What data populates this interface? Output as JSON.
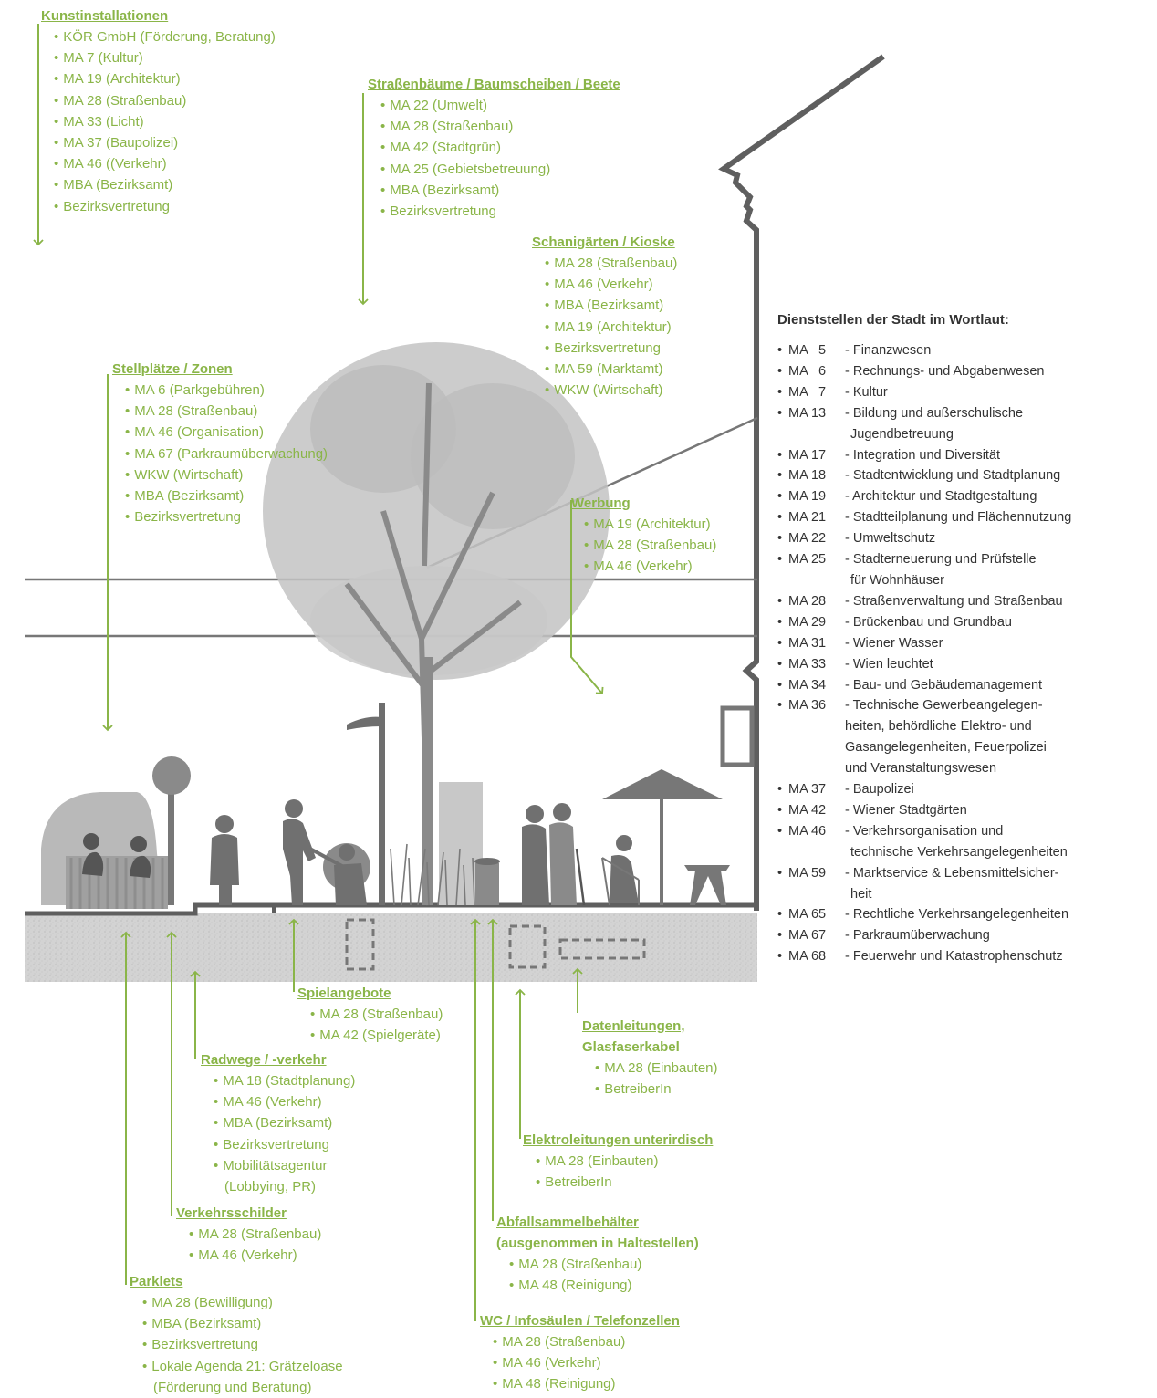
{
  "groups": [
    {
      "id": "kunst",
      "title": "Kunstinstallationen",
      "items": [
        "KÖR GmbH (Förderung, Beratung)",
        "MA 7 (Kultur)",
        "MA 19 (Architektur)",
        "MA 28 (Straßenbau)",
        "MA 33 (Licht)",
        "MA 37 (Baupolizei)",
        "MA 46 ((Verkehr)",
        "MBA (Bezirksamt)",
        "Bezirksvertretung"
      ]
    },
    {
      "id": "baeume",
      "title": "Straßenbäume / Baumscheiben / Beete",
      "items": [
        "MA 22 (Umwelt)",
        "MA 28 (Straßenbau)",
        "MA 42 (Stadtgrün)",
        "MA 25 (Gebietsbetreuung)",
        "MBA (Bezirksamt)",
        "Bezirksvertretung"
      ]
    },
    {
      "id": "schani",
      "title": "Schanigärten / Kioske",
      "items": [
        "MA 28 (Straßenbau)",
        "MA 46 (Verkehr)",
        "MBA (Bezirksamt)",
        "MA 19 (Architektur)",
        "Bezirksvertretung",
        "MA 59  (Marktamt)",
        "WKW (Wirtschaft)"
      ]
    },
    {
      "id": "stell",
      "title": "Stellplätze / Zonen",
      "items": [
        "MA 6 (Parkgebühren)",
        "MA 28 (Straßenbau)",
        "MA 46 (Organisation)",
        "MA 67 (Parkraumüberwachung)",
        "WKW (Wirtschaft)",
        "MBA (Bezirksamt)",
        "Bezirksvertretung"
      ]
    },
    {
      "id": "werbung",
      "title": "Werbung",
      "items": [
        "MA 19 (Architektur)",
        "MA 28 (Straßenbau)",
        "MA 46 (Verkehr)"
      ]
    },
    {
      "id": "spiel",
      "title": "Spielangebote",
      "items": [
        "MA 28 (Straßenbau)",
        "MA 42 (Spielgeräte)"
      ]
    },
    {
      "id": "daten",
      "title": "Datenleitungen,",
      "title2": "Glasfaserkabel",
      "items": [
        "MA 28 (Einbauten)",
        "BetreiberIn"
      ]
    },
    {
      "id": "rad",
      "title": "Radwege / -verkehr",
      "items": [
        "MA 18 (Stadtplanung)",
        "MA 46 (Verkehr)",
        "MBA (Bezirksamt)",
        "Bezirksvertretung",
        "Mobilitätsagentur"
      ],
      "cont": "(Lobbying, PR)"
    },
    {
      "id": "elektro",
      "title": "Elektroleitungen unterirdisch",
      "items": [
        "MA 28 (Einbauten)",
        "BetreiberIn"
      ]
    },
    {
      "id": "schilder",
      "title": "Verkehrsschilder",
      "items": [
        "MA 28 (Straßenbau)",
        "MA 46 (Verkehr)"
      ]
    },
    {
      "id": "abfall",
      "title": "Abfallsammelbehälter",
      "title2": "(ausgenommen in Haltestellen)",
      "items": [
        "MA 28 (Straßenbau)",
        "MA 48 (Reinigung)"
      ]
    },
    {
      "id": "parklets",
      "title": "Parklets",
      "items": [
        "MA 28 (Bewilligung)",
        "MBA (Bezirksamt)",
        "Bezirksvertretung",
        "Lokale Agenda 21: Grätzeloase"
      ],
      "cont": "(Förderung und Beratung)"
    },
    {
      "id": "wc",
      "title": "WC / Infosäulen / Telefonzellen",
      "items": [
        "MA 28 (Straßenbau)",
        "MA 46 (Verkehr)",
        "MA 48 (Reinigung)"
      ]
    }
  ],
  "legend": {
    "title": "Dienststellen der Stadt im Wortlaut:",
    "entries": [
      {
        "code": "MA   5",
        "text": "- Finanzwesen"
      },
      {
        "code": "MA   6",
        "text": "- Rechnungs- und Abgabenwesen"
      },
      {
        "code": "MA   7",
        "text": "- Kultur"
      },
      {
        "code": "MA 13",
        "text": "- Bildung und außerschulische",
        "cont": [
          "Jugendbetreuung"
        ]
      },
      {
        "code": "MA 17",
        "text": "- Integration und Diversität"
      },
      {
        "code": "MA 18",
        "text": "- Stadtentwicklung und Stadtplanung"
      },
      {
        "code": "MA 19",
        "text": "- Architektur und Stadtgestaltung"
      },
      {
        "code": "MA 21",
        "text": "- Stadtteilplanung und Flächennutzung"
      },
      {
        "code": "MA 22",
        "text": "- Umweltschutz"
      },
      {
        "code": "MA 25",
        "text": "- Stadterneuerung und Prüfstelle",
        "cont": [
          "für Wohnhäuser"
        ]
      },
      {
        "code": "MA 28",
        "text": "- Straßenverwaltung und Straßenbau"
      },
      {
        "code": "MA 29",
        "text": "- Brückenbau und Grundbau"
      },
      {
        "code": "MA 31",
        "text": "- Wiener Wasser"
      },
      {
        "code": "MA 33",
        "text": "- Wien leuchtet"
      },
      {
        "code": "MA 34",
        "text": "- Bau- und Gebäudemanagement"
      },
      {
        "code": "MA 36",
        "text": "- Technische Gewerbeangelegen-",
        "cont": [
          "heiten, behördliche Elektro- und",
          "Gasangelegenheiten, Feuerpolizei",
          "und Veranstaltungswesen"
        ]
      },
      {
        "code": "MA 37",
        "text": "- Baupolizei"
      },
      {
        "code": "MA 42",
        "text": "- Wiener Stadtgärten"
      },
      {
        "code": "MA 46",
        "text": "- Verkehrsorganisation und",
        "cont": [
          "technische Verkehrsangelegenheiten"
        ]
      },
      {
        "code": "MA 59",
        "text": "- Marktservice & Lebensmittelsicher-",
        "cont": [
          "heit"
        ]
      },
      {
        "code": "MA 65",
        "text": "- Rechtliche Verkehrsangelegenheiten"
      },
      {
        "code": "MA 67",
        "text": "- Parkraumüberwachung"
      },
      {
        "code": "MA 68",
        "text": "- Feuerwehr und Katastrophenschutz"
      }
    ]
  },
  "colors": {
    "green": "#8ab548",
    "dark_grey": "#5f5f5f",
    "mid_grey": "#8c8c8c",
    "light_grey": "#b5b5b5",
    "ground": "#cfcfcf",
    "text": "#333333"
  }
}
